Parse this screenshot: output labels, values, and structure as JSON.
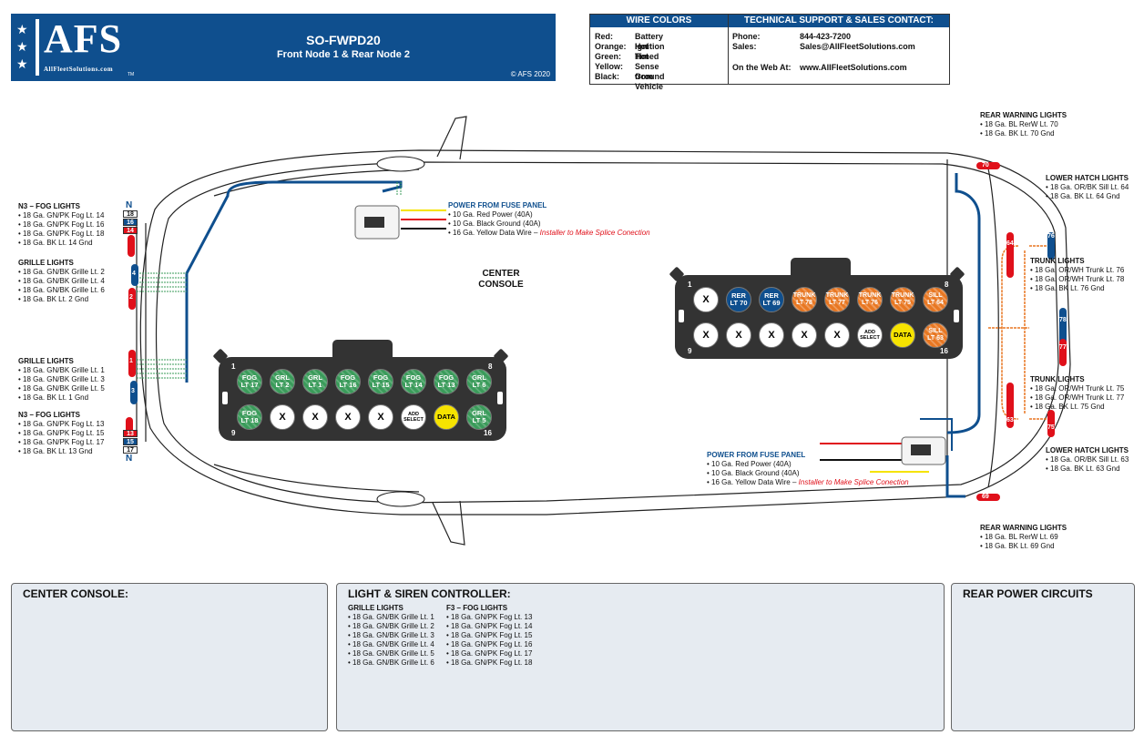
{
  "header": {
    "logo_text": "AFS",
    "logo_sub": "AllFleetSolutions.com",
    "logo_tm": "TM",
    "title": "SO-FWPD20",
    "subtitle": "Front Node 1 & Rear Node 2",
    "copyright": "© AFS 2020"
  },
  "wire_colors": {
    "heading": "WIRE COLORS",
    "rows": [
      {
        "color": "Red:",
        "meaning": "Battery Hot"
      },
      {
        "color": "Orange:",
        "meaning": "Ignition Hot"
      },
      {
        "color": "Green:",
        "meaning": "Timed"
      },
      {
        "color": "Yellow:",
        "meaning": "Sense from Vehicle"
      },
      {
        "color": "Black:",
        "meaning": "Ground"
      }
    ]
  },
  "support": {
    "heading": "TECHNICAL SUPPORT & SALES CONTACT:",
    "phone_label": "Phone:",
    "phone": "844-423-7200",
    "sales_label": "Sales:",
    "sales": "Sales@AllFleetSolutions.com",
    "web_label": "On the Web At:",
    "web": "www.AllFleetSolutions.com"
  },
  "labels": {
    "n3_fog": {
      "title": "N3 – FOG LIGHTS",
      "items": [
        "• 18 Ga. GN/PK Fog Lt. 14",
        "• 18 Ga. GN/PK Fog Lt. 16",
        "• 18 Ga. GN/PK Fog Lt. 18",
        "• 18 Ga. BK Lt. 14 Gnd"
      ]
    },
    "grille_top": {
      "title": "GRILLE LIGHTS",
      "items": [
        "• 18 Ga. GN/BK Grille Lt. 2",
        "• 18 Ga. GN/BK Grille Lt. 4",
        "• 18 Ga. GN/BK Grille Lt. 6",
        "• 18 Ga. BK Lt. 2 Gnd"
      ]
    },
    "grille_bot": {
      "title": "GRILLE LIGHTS",
      "items": [
        "• 18 Ga. GN/BK Grille Lt. 1",
        "• 18 Ga. GN/BK Grille Lt. 3",
        "• 18 Ga. GN/BK Grille Lt. 5",
        "• 18 Ga. BK Lt. 1 Gnd"
      ]
    },
    "n3_fog2": {
      "title": "N3 – FOG LIGHTS",
      "items": [
        "• 18 Ga. GN/PK Fog Lt. 13",
        "• 18 Ga. GN/PK Fog Lt. 15",
        "• 18 Ga. GN/PK Fog Lt. 17",
        "• 18 Ga. BK Lt. 13 Gnd"
      ]
    },
    "rear_warn_top": {
      "title": "REAR WARNING LIGHTS",
      "items": [
        "• 18 Ga. BL RerW Lt. 70",
        "• 18 Ga. BK Lt. 70 Gnd"
      ]
    },
    "lower_hatch_top": {
      "title": "LOWER HATCH LIGHTS",
      "items": [
        "• 18 Ga. OR/BK Sill Lt. 64",
        "• 18 Ga. BK Lt. 64 Gnd"
      ]
    },
    "trunk_top": {
      "title": "TRUNK LIGHTS",
      "items": [
        "• 18 Ga. OR/WH Trunk Lt. 76",
        "• 18 Ga. OR/WH Trunk Lt. 78",
        "• 18 Ga. BK Lt. 76 Gnd"
      ]
    },
    "trunk_bot": {
      "title": "TRUNK LIGHTS",
      "items": [
        "• 18 Ga. OR/WH Trunk Lt. 75",
        "• 18 Ga. OR/WH Trunk Lt. 77",
        "• 18 Ga. BK Lt. 75 Gnd"
      ]
    },
    "lower_hatch_bot": {
      "title": "LOWER HATCH LIGHTS",
      "items": [
        "• 18 Ga. OR/BK Sill Lt. 63",
        "• 18 Ga. BK Lt. 63 Gnd"
      ]
    },
    "rear_warn_bot": {
      "title": "REAR WARNING LIGHTS",
      "items": [
        "• 18 Ga. BL RerW Lt. 69",
        "• 18 Ga. BK Lt. 69 Gnd"
      ]
    },
    "power_front": {
      "title": "POWER FROM FUSE PANEL",
      "items": [
        "• 10 Ga. Red Power (40A)",
        "• 10 Ga. Black Ground (40A)",
        "• 16 Ga. Yellow Data Wire – "
      ],
      "note": "Installer to Make Splice Conection"
    },
    "power_rear": {
      "title": "POWER FROM FUSE PANEL",
      "items": [
        "• 10 Ga. Red Power (40A)",
        "• 10 Ga. Black Ground (40A)",
        "• 16 Ga. Yellow Data Wire – "
      ],
      "note": "Installer to Make Splice Conection"
    },
    "center_console": "CENTER\nCONSOLE"
  },
  "front_node": {
    "pin_first": "1",
    "pin_eight": "8",
    "pin_nine": "9",
    "pin_last": "16",
    "row1": [
      {
        "text": "FOG\nLT 17",
        "type": "green"
      },
      {
        "text": "GRL\nLT 2",
        "type": "green"
      },
      {
        "text": "GRL\nLT 1",
        "type": "green"
      },
      {
        "text": "FOG\nLT 16",
        "type": "green"
      },
      {
        "text": "FOG\nLT 15",
        "type": "green"
      },
      {
        "text": "FOG\nLT 14",
        "type": "green"
      },
      {
        "text": "FOG\nLT 13",
        "type": "green"
      },
      {
        "text": "GRL\nLT 6",
        "type": "green"
      }
    ],
    "row2": [
      {
        "text": "FOG\nLT 18",
        "type": "green"
      },
      {
        "text": "X",
        "type": "white"
      },
      {
        "text": "X",
        "type": "white"
      },
      {
        "text": "X",
        "type": "white"
      },
      {
        "text": "X",
        "type": "white"
      },
      {
        "text": "ADD\nSELECT",
        "type": "white small"
      },
      {
        "text": "DATA",
        "type": "yellow"
      },
      {
        "text": "GRL\nLT 5",
        "type": "green"
      }
    ]
  },
  "rear_node": {
    "pin_first": "1",
    "pin_eight": "8",
    "pin_nine": "9",
    "pin_last": "16",
    "row1": [
      {
        "text": "X",
        "type": "white"
      },
      {
        "text": "RER\nLT 70",
        "type": "blue"
      },
      {
        "text": "RER\nLT 69",
        "type": "blue"
      },
      {
        "text": "TRUNK\nLT 78",
        "type": "orange"
      },
      {
        "text": "TRUNK\nLT 77",
        "type": "orange"
      },
      {
        "text": "TRUNK\nLT 76",
        "type": "orange"
      },
      {
        "text": "TRUNK\nLT 75",
        "type": "orange"
      },
      {
        "text": "SILL\nLT 64",
        "type": "orange"
      }
    ],
    "row2": [
      {
        "text": "X",
        "type": "white"
      },
      {
        "text": "X",
        "type": "white"
      },
      {
        "text": "X",
        "type": "white"
      },
      {
        "text": "X",
        "type": "white"
      },
      {
        "text": "X",
        "type": "white"
      },
      {
        "text": "ADD\nSELECT",
        "type": "white small"
      },
      {
        "text": "DATA",
        "type": "yellow"
      },
      {
        "text": "SILL\nLT 63",
        "type": "orange"
      }
    ]
  },
  "front_tags": [
    "18",
    "16",
    "14",
    "13",
    "15",
    "17"
  ],
  "front_markers": [
    "4",
    "2",
    "1",
    "3"
  ],
  "front_n_top": "N",
  "front_n_bot": "N",
  "rear_tags": [
    "70",
    "64",
    "76",
    "78",
    "77",
    "63",
    "75",
    "69"
  ],
  "bottom": {
    "center_console": "CENTER CONSOLE:",
    "controller": "LIGHT & SIREN CONTROLLER:",
    "rear_power": "REAR POWER CIRCUITS",
    "grille_title": "GRILLE LIGHTS",
    "grille": [
      "• 18 Ga. GN/BK Grille Lt. 1",
      "• 18 Ga. GN/BK Grille Lt. 2",
      "• 18 Ga. GN/BK Grille Lt. 3",
      "• 18 Ga. GN/BK Grille Lt. 4",
      "• 18 Ga. GN/BK Grille Lt. 5",
      "• 18 Ga. GN/BK Grille Lt. 6"
    ],
    "fog_title": "F3 – FOG LIGHTS",
    "fog": [
      "• 18 Ga. GN/PK Fog Lt. 13",
      "• 18 Ga. GN/PK Fog Lt. 14",
      "• 18 Ga. GN/PK Fog Lt. 15",
      "• 18 Ga. GN/PK Fog Lt. 16",
      "• 18 Ga. GN/PK Fog Lt. 17",
      "• 18 Ga. GN/PK Fog Lt. 18"
    ]
  },
  "colors": {
    "brand_blue": "#0f4f8e",
    "red": "#e0101a",
    "green": "#3a9b5a",
    "orange": "#e87722",
    "yellow": "#f6e300",
    "node_body": "#333333"
  }
}
